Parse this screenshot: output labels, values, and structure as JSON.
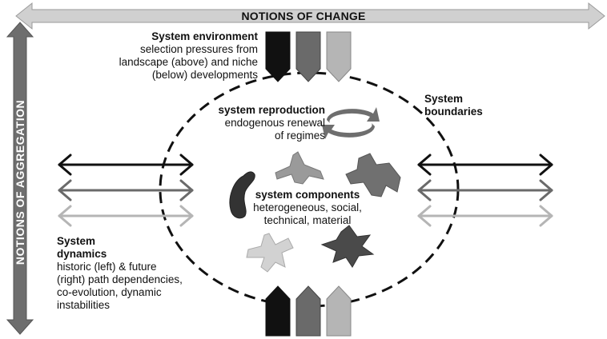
{
  "axes": {
    "change": "NOTIONS OF CHANGE",
    "aggregation": "NOTIONS OF AGGREGATION"
  },
  "environment": {
    "title": "System environment",
    "lines": [
      "selection pressures from",
      "landscape (above) and niche",
      "(below) developments"
    ]
  },
  "reproduction": {
    "title": "system reproduction",
    "lines": [
      "endogenous renewal",
      "of regimes"
    ]
  },
  "boundaries": {
    "lines": [
      "System",
      "boundaries"
    ]
  },
  "components": {
    "title": "system components",
    "lines": [
      "heterogeneous, social,",
      "technical, material"
    ]
  },
  "dynamics": {
    "title_lines": [
      "System",
      "dynamics"
    ],
    "lines": [
      "historic (left) & future",
      "(right) path dependencies,",
      "co-evolution, dynamic",
      "instabilities"
    ]
  },
  "colors": {
    "black": "#111111",
    "dark_gray": "#6a6a6a",
    "light_gray": "#b5b5b5",
    "axis_gray": "#d0d0d0",
    "aggregation_gray": "#6e6e6e"
  }
}
